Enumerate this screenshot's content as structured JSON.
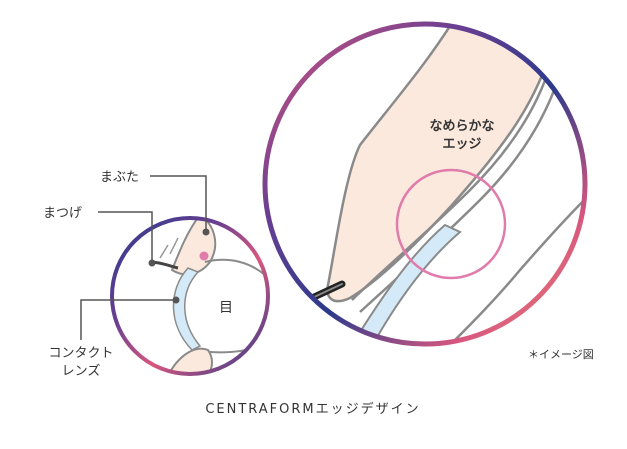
{
  "labels": {
    "eyelid": "まぶた",
    "eyelash": "まつげ",
    "eye": "目",
    "lens_line1": "コンタクト",
    "lens_line2": "レンズ",
    "edge_line1": "なめらかな",
    "edge_line2": "エッジ",
    "note": "＊イメージ図",
    "caption": "CENTRAFORMエッジデザイン"
  },
  "colors": {
    "ring_blue": "#2b3a8c",
    "ring_purple": "#6a3f92",
    "ring_pink": "#d8577e",
    "ring_peach": "#e88a73",
    "skin": "#fbe9de",
    "lens": "#d4eaf8",
    "edge_pink": "#e07bac",
    "outline_gray": "#8a8a8a",
    "leader_gray": "#555555",
    "text": "#333333"
  }
}
